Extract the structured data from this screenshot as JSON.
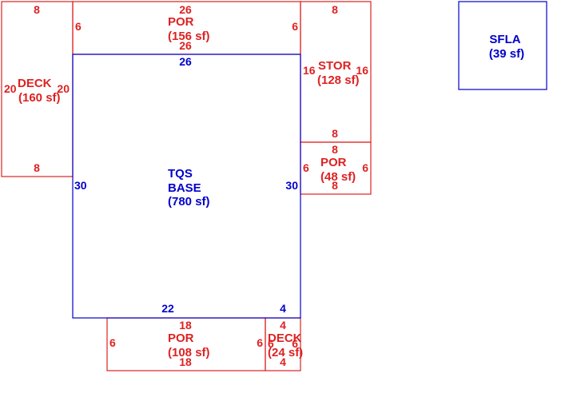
{
  "colors": {
    "base": "#0000cc",
    "addition": "#dd2222",
    "background": "#ffffff"
  },
  "areas": [
    {
      "id": "tqs-base",
      "name_lines": [
        "TQS",
        "BASE"
      ],
      "area": "(780 sf)",
      "kind": "base",
      "dims": {
        "top": "26",
        "left": "30",
        "right": "30",
        "bottom_a": "22",
        "bottom_b": "4"
      }
    },
    {
      "id": "deck-left",
      "name_lines": [
        "DECK"
      ],
      "area": "(160 sf)",
      "kind": "addition",
      "dims": {
        "top": "8",
        "bottom": "8",
        "left": "20",
        "right": "20"
      }
    },
    {
      "id": "por-top",
      "name_lines": [
        "POR"
      ],
      "area": "(156 sf)",
      "kind": "addition",
      "dims": {
        "top": "26",
        "bottom": "26",
        "left": "6",
        "right": "6"
      }
    },
    {
      "id": "stor",
      "name_lines": [
        "STOR"
      ],
      "area": "(128 sf)",
      "kind": "addition",
      "dims": {
        "top": "8",
        "bottom": "8",
        "left": "16",
        "right": "16"
      }
    },
    {
      "id": "por-right",
      "name_lines": [
        "POR"
      ],
      "area": "(48 sf)",
      "kind": "addition",
      "dims": {
        "top": "8",
        "bottom": "8",
        "left": "6",
        "right": "6"
      }
    },
    {
      "id": "por-bottom",
      "name_lines": [
        "POR"
      ],
      "area": "(108 sf)",
      "kind": "addition",
      "dims": {
        "top": "18",
        "bottom": "18",
        "left": "6",
        "right": "6"
      }
    },
    {
      "id": "deck-bottom",
      "name_lines": [
        "DECK"
      ],
      "area": "(24 sf)",
      "kind": "addition",
      "dims": {
        "top": "4",
        "bottom": "4",
        "left": "6",
        "right": "6"
      }
    },
    {
      "id": "sfla",
      "name_lines": [
        "SFLA"
      ],
      "area": "(39 sf)",
      "kind": "base",
      "dims": {}
    }
  ]
}
